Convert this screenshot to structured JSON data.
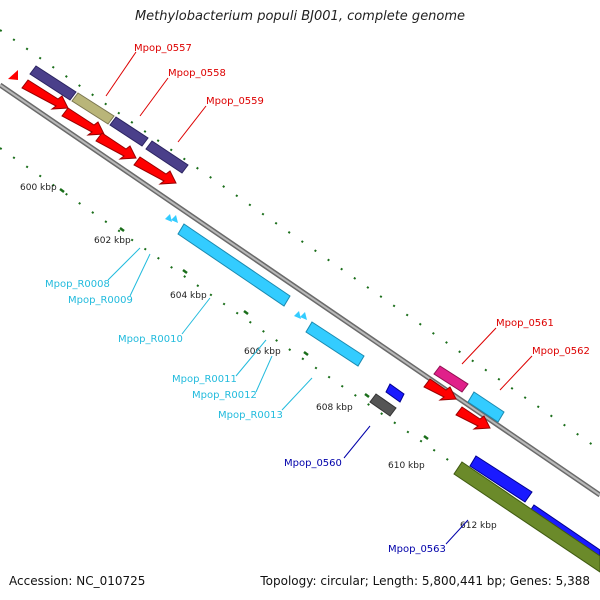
{
  "header": {
    "title": "Methylobacterium populi BJ001, complete genome"
  },
  "footer": {
    "accession": "Accession: NC_010725",
    "summary": "Topology: circular; Length: 5,800,441 bp; Genes: 5,388"
  },
  "colors": {
    "backbone": "#8c8c8c",
    "tick": "#1a6e1a",
    "forward_arrow": "#ff0000",
    "rna": "#33ccff",
    "gene_label_red": "#dd0000",
    "gene_label_cyan": "#22bbdd",
    "gene_label_blue": "#0000aa"
  },
  "ruler": [
    "600 kbp",
    "602 kbp",
    "604 kbp",
    "606 kbp",
    "608 kbp",
    "610 kbp",
    "612 kbp"
  ],
  "genes": [
    {
      "id": "Mpop_0557",
      "color": "#dd0000"
    },
    {
      "id": "Mpop_0558",
      "color": "#dd0000"
    },
    {
      "id": "Mpop_0559",
      "color": "#dd0000"
    },
    {
      "id": "Mpop_0561",
      "color": "#dd0000"
    },
    {
      "id": "Mpop_0562",
      "color": "#dd0000"
    },
    {
      "id": "Mpop_R0008",
      "color": "#22bbdd"
    },
    {
      "id": "Mpop_R0009",
      "color": "#22bbdd"
    },
    {
      "id": "Mpop_R0010",
      "color": "#22bbdd"
    },
    {
      "id": "Mpop_R0011",
      "color": "#22bbdd"
    },
    {
      "id": "Mpop_R0012",
      "color": "#22bbdd"
    },
    {
      "id": "Mpop_R0013",
      "color": "#22bbdd"
    },
    {
      "id": "Mpop_0560",
      "color": "#0000aa"
    },
    {
      "id": "Mpop_0563",
      "color": "#0000aa"
    }
  ]
}
